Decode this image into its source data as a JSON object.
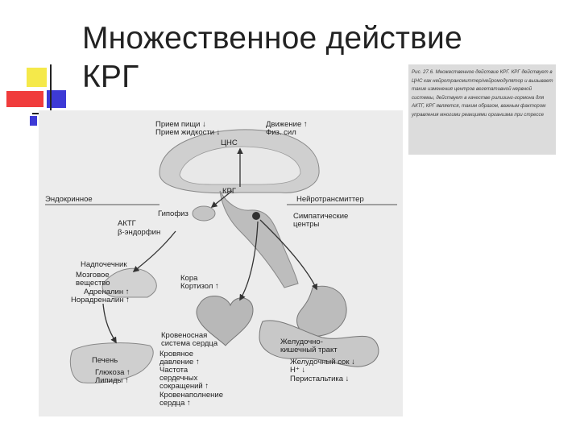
{
  "slide": {
    "title_line1": "Множественное действие",
    "title_line2": "КРГ"
  },
  "caption": {
    "text": "Рис. 27.6. Множественное действие КРГ. КРГ действует в ЦНС как нейротрансмиттер/нейромодулятор и вызывает такие изменения центров вегетативной нервной системы, действует в качестве рилизинг-гормона для АКТГ, КРГ является, таким образом, важным фактором управления многими реакциями организма при стрессе"
  },
  "diagram": {
    "labels": {
      "food_intake": "Прием пищи ↓",
      "fluid_intake": "Прием жидкости ↓",
      "movement": "Движение ↑",
      "phys_load": "Физ. сил",
      "cns": "ЦНС",
      "krg": "КРГ",
      "endocrine": "Эндокринное",
      "neurotransmitter": "Нейротрансмиттер",
      "pituitary": "Гипофиз",
      "acth": "АКТГ",
      "endorphin": "β-эндорфин",
      "sympathetic_1": "Симпатические",
      "sympathetic_2": "центры",
      "adrenal": "Надпочечник",
      "medulla_1": "Мозговое",
      "medulla_2": "вещество",
      "adrenaline": "Адреналин ↑",
      "noradrenaline": "Норадреналин ↑",
      "cortex": "Кора",
      "cortisol": "Кортизол ↑",
      "cardio_1": "Кровеносная",
      "cardio_2": "система сердца",
      "blood_pressure_1": "Кровяное",
      "blood_pressure_2": "давление ↑",
      "heart_rate_1": "Частота",
      "heart_rate_2": "сердечных",
      "heart_rate_3": "сокращений ↑",
      "blood_supply_1": "Кровенаполнение",
      "blood_supply_2": "сердца ↑",
      "liver": "Печень",
      "glucose": "Глюкоза ↑",
      "lipids": "Липиды ↑",
      "stomach_1": "Желудочно-",
      "stomach_2": "кишечный тракт",
      "gastric_juice": "Желудочный сок ↓",
      "hplus": "H⁺ ↓",
      "peristalsis": "Перистальтика ↓"
    }
  }
}
